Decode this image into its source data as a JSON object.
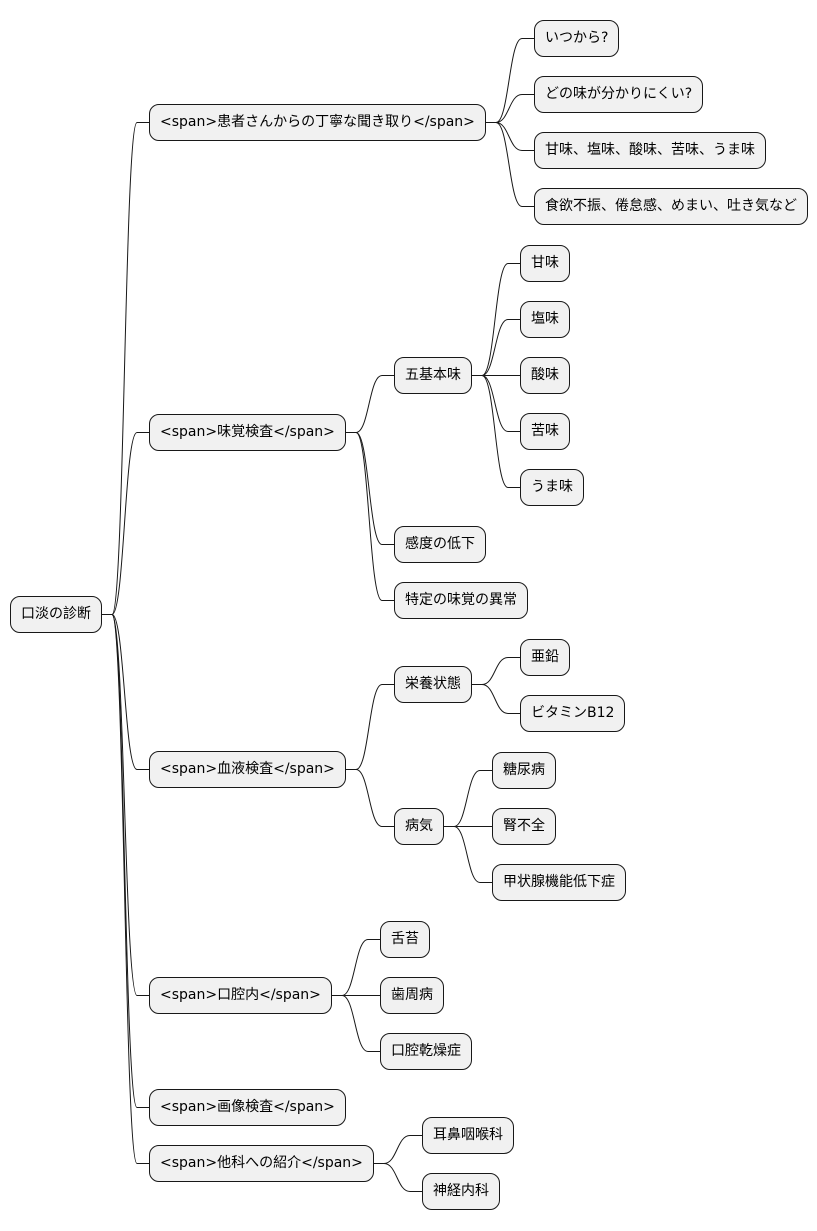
{
  "mindmap": {
    "root": "口淡の診断",
    "branches": {
      "history": {
        "label": "<span>患者さんからの丁寧な聞き取り</span>",
        "items": [
          "いつから?",
          "どの味が分かりにくい?",
          "甘味、塩味、酸味、苦味、うま味",
          "食欲不振、倦怠感、めまい、吐き気など"
        ]
      },
      "taste_test": {
        "label": "<span>味覚検査</span>",
        "five_tastes": {
          "label": "五基本味",
          "items": [
            "甘味",
            "塩味",
            "酸味",
            "苦味",
            "うま味"
          ]
        },
        "items": [
          "感度の低下",
          "特定の味覚の異常"
        ]
      },
      "blood_test": {
        "label": "<span>血液検査</span>",
        "nutrition": {
          "label": "栄養状態",
          "items": [
            "亜鉛",
            "ビタミンB12"
          ]
        },
        "disease": {
          "label": "病気",
          "items": [
            "糖尿病",
            "腎不全",
            "甲状腺機能低下症"
          ]
        }
      },
      "oral": {
        "label": "<span>口腔内</span>",
        "items": [
          "舌苔",
          "歯周病",
          "口腔乾燥症"
        ]
      },
      "imaging": {
        "label": "<span>画像検査</span>"
      },
      "referral": {
        "label": "<span>他科への紹介</span>",
        "items": [
          "耳鼻咽喉科",
          "神経内科"
        ]
      }
    }
  }
}
